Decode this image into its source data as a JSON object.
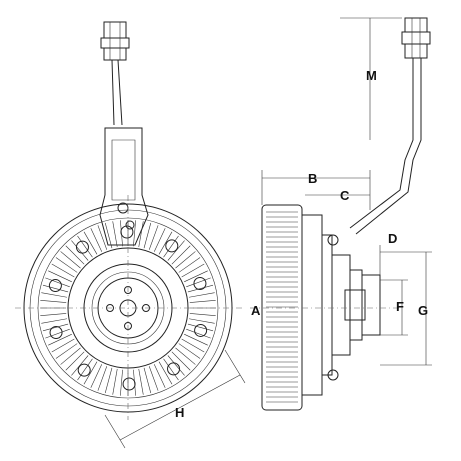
{
  "labels": {
    "A": "A",
    "B": "B",
    "C": "C",
    "D": "D",
    "F": "F",
    "G": "G",
    "H": "H",
    "M": "M"
  },
  "colors": {
    "line": "#222222",
    "background": "#ffffff"
  }
}
